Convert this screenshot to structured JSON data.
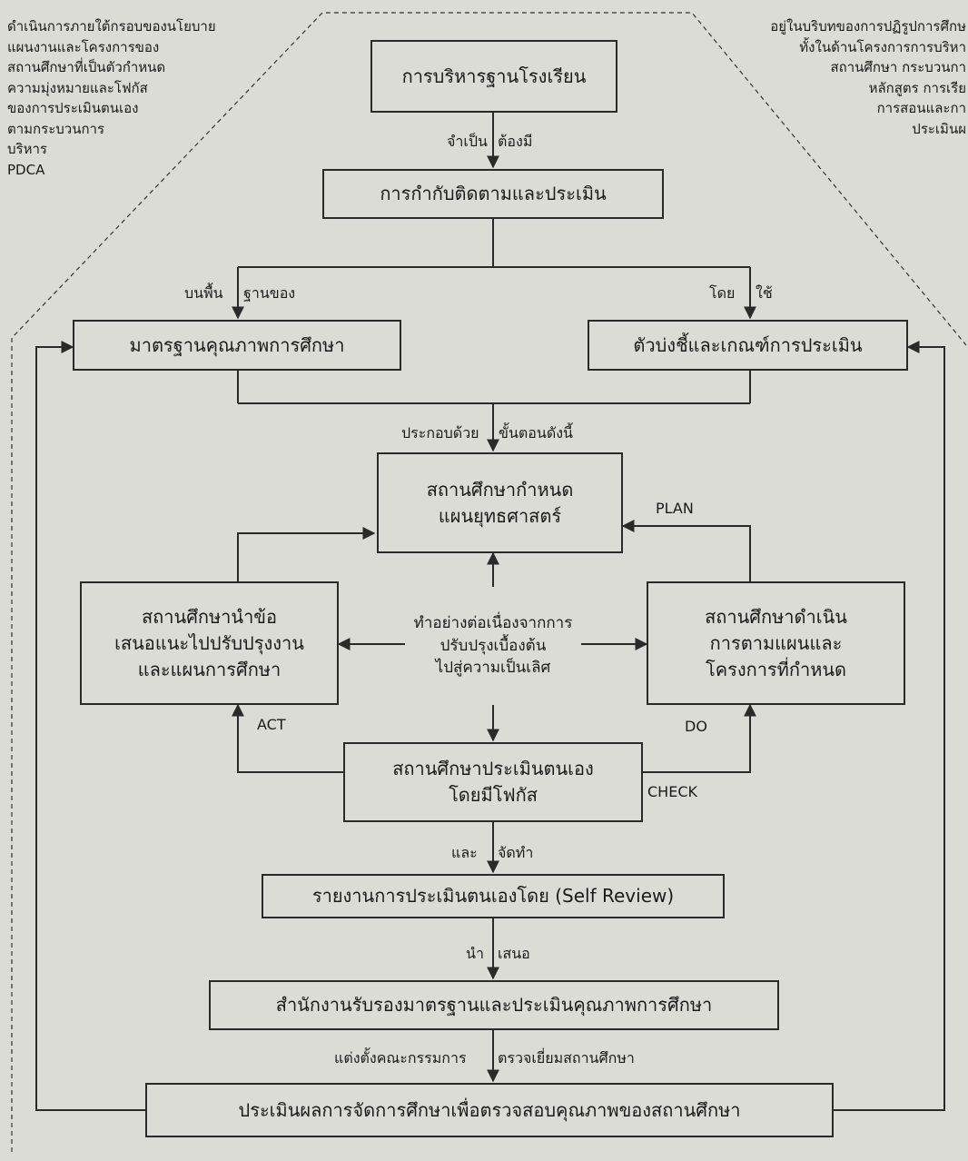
{
  "notes": {
    "left": [
      "ดำเนินการภายใต้กรอบของนโยบาย",
      "แผนงานและโครงการของ",
      "สถานศึกษาที่เป็นตัวกำหนด",
      "ความมุ่งหมายและโฟกัส",
      "ของการประเมินตนเอง",
      "ตามกระบวนการ",
      "บริหาร",
      "PDCA"
    ],
    "right": [
      "อยู่ในบริบทของการปฏิรูปการศึกษ",
      "ทั้งในด้านโครงการการบริหา",
      "สถานศึกษา กระบวนกา",
      "หลักสูตร การเรีย",
      "การสอนและกา",
      "ประเมินผ"
    ]
  },
  "boxes": {
    "admin": "การบริหารฐานโรงเรียน",
    "monitor": "การกำกับติดตามและประเมิน",
    "standards": "มาตรฐานคุณภาพการศึกษา",
    "indicators": "ตัวบ่งชี้และเกณฑ์การประเมิน",
    "plan": "สถานศึกษากำหนด\nแผนยุทธศาสตร์",
    "act": "สถานศึกษานำข้อ\nเสนอแนะไปปรับปรุงงาน\nและแผนการศึกษา",
    "do": "สถานศึกษาดำเนิน\nการตามแผนและ\nโครงการที่กำหนด",
    "check": "สถานศึกษาประเมินตนเอง\nโดยมีโฟกัส",
    "center": "ทำอย่างต่อเนื่องจากการ\nปรับปรุงเบื้องต้น\nไปสู่ความเป็นเลิศ",
    "report": "รายงานการประเมินตนเองโดย (Self Review)",
    "office": "สำนักงานรับรองมาตรฐานและประเมินคุณภาพการศึกษา",
    "evaluate": "ประเมินผลการจัดการศึกษาเพื่อตรวจสอบคุณภาพของสถานศึกษา"
  },
  "labels": {
    "must_a": "จำเป็น",
    "must_b": "ต้องมี",
    "basis_a": "บนพื้น",
    "basis_b": "ฐานของ",
    "using_a": "โดย",
    "using_b": "ใช้",
    "steps_a": "ประกอบด้วย",
    "steps_b": "ขั้นตอนดังนี้",
    "plan": "PLAN",
    "act": "ACT",
    "do": "DO",
    "check": "CHECK",
    "make_a": "และ",
    "make_b": "จัดทำ",
    "present_a": "นำ",
    "present_b": "เสนอ",
    "appoint_a": "แต่งตั้งคณะกรรมการ",
    "appoint_b": "ตรวจเยี่ยมสถานศึกษา"
  }
}
